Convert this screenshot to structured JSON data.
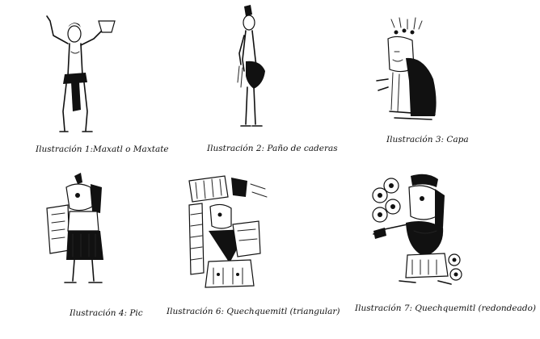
{
  "figures": [
    {
      "caption": "Ilustración 1:Maxatl o Maxtate"
    },
    {
      "caption": "Ilustración 2: Paño de caderas"
    },
    {
      "caption": "Ilustración 3: Capa"
    },
    {
      "caption": "Ilustración 4: Pic"
    },
    {
      "caption": "Ilustración 6: Quechquemitl (triangular)"
    },
    {
      "caption": "Ilustración 7: Quechquemitl (redondeado)"
    }
  ]
}
